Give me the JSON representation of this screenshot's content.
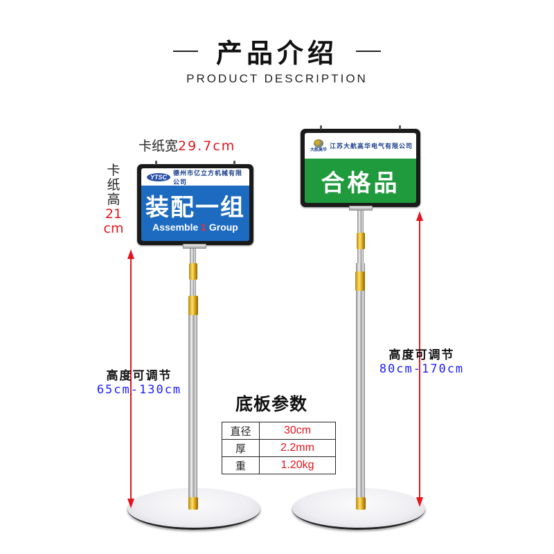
{
  "header": {
    "title": "产品介绍",
    "subtitle": "PRODUCT DESCRIPTION"
  },
  "dimensions": {
    "width_label": "卡纸宽",
    "width_value": "29.7cm",
    "height_label_chars": [
      "卡",
      "纸",
      "高"
    ],
    "height_value_num": "21",
    "height_value_unit": "cm"
  },
  "left_stand": {
    "sign": {
      "logo": "YTSC",
      "company": "德州市亿立方机械有限公司",
      "title_cn": "装配一组",
      "title_en_before": "Assemble ",
      "title_en_number": "1",
      "title_en_after": " Group",
      "color": "#1c6bc0"
    },
    "adjust_label": "高度可调节",
    "adjust_range": "65cm-130cm"
  },
  "right_stand": {
    "sign": {
      "logo": "大航高华",
      "company": "江苏大航高华电气有限公司",
      "title_cn": "合格品",
      "color": "#1f9a3c"
    },
    "adjust_label": "高度可调节",
    "adjust_range": "80cm-170cm"
  },
  "base_params": {
    "title": "底板参数",
    "rows": [
      {
        "key": "直径",
        "value": "30cm"
      },
      {
        "key": "厚",
        "value": "2.2mm"
      },
      {
        "key": "重",
        "value": "1.20kg"
      }
    ]
  },
  "colors": {
    "accent_red": "#e3141b",
    "range_blue": "#1a1aff"
  }
}
